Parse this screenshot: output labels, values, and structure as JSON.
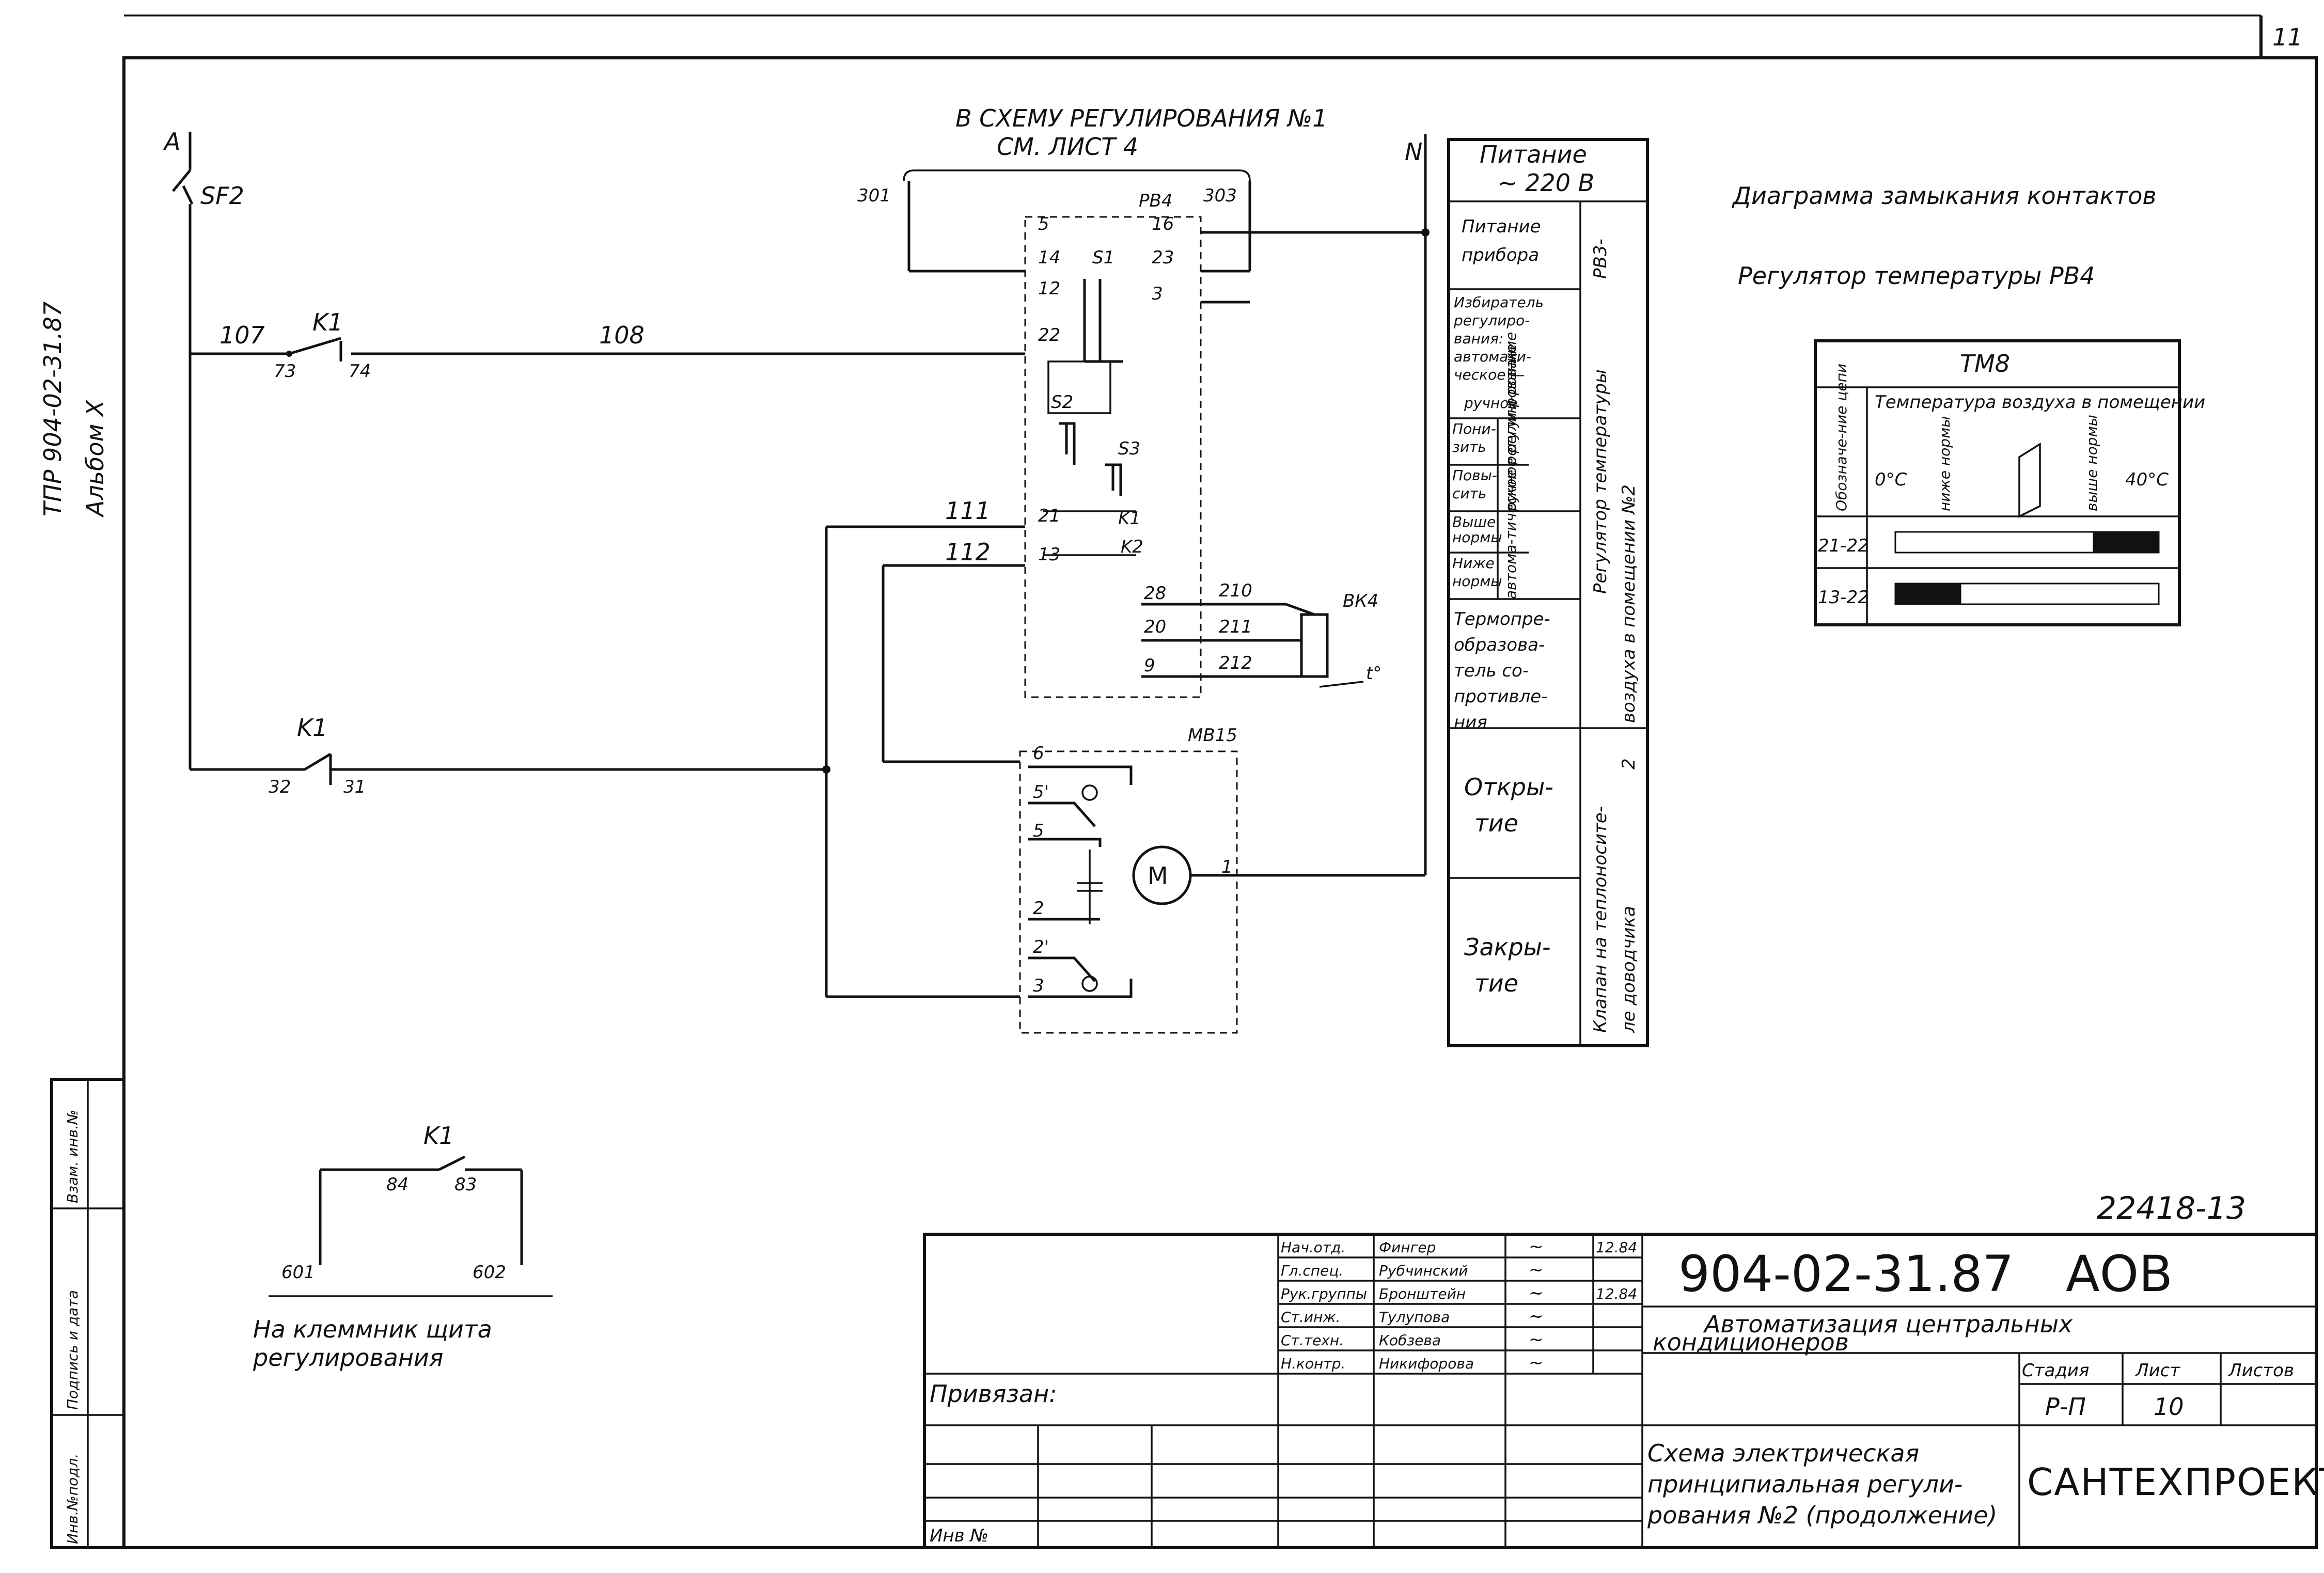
{
  "sheet_number": "11",
  "side": {
    "code": "ТПР 904-02-31.87",
    "album": "Альбом X"
  },
  "stamp_side": {
    "col1": "Инв.№подл.",
    "col2": "Подпись и дата",
    "col3": "Взам. инв.№"
  },
  "schematic": {
    "top_note_1": "В СХЕМУ РЕГУЛИРОВАНИЯ №1",
    "top_note_2": "СМ. ЛИСТ 4",
    "phase": "A",
    "neutral": "N",
    "breaker": "SF2",
    "relay": "K1",
    "wires": {
      "w107": "107",
      "w108": "108",
      "w111": "111",
      "w112": "112",
      "w301": "301",
      "w303": "303",
      "w210": "210",
      "w211": "211",
      "w212": "212"
    },
    "contacts": {
      "c73": "73",
      "c74": "74",
      "c32": "32",
      "c31": "31",
      "c84": "84",
      "c83": "83"
    },
    "device_pb4": "РВ4",
    "pins": [
      "5",
      "16",
      "14",
      "23",
      "12",
      "3",
      "22",
      "21",
      "13",
      "28",
      "20",
      "9"
    ],
    "switches": {
      "s1": "S1",
      "s2": "S2",
      "s3": "S3",
      "k1": "K1",
      "k2": "K2"
    },
    "sensor": "ВК4",
    "sensor_t": "t°",
    "actuator": "МВ15",
    "motor": "M",
    "actuator_pins": [
      "6",
      "5'",
      "5",
      "1",
      "2",
      "2'",
      "3"
    ],
    "terminal_note_1": "На клеммник щита",
    "terminal_note_2": "регулирования",
    "term601": "601",
    "term602": "602"
  },
  "legend_table": {
    "power_1": "Питание",
    "power_2": "~ 220 В",
    "rows": [
      [
        "Питание",
        "прибора"
      ],
      [
        "Избиратель",
        "регулиро-",
        "вания:",
        "автомати-",
        "ческое —",
        "ручное"
      ],
      [
        "Пони-",
        "зить"
      ],
      [
        "Повы-",
        "сить"
      ],
      [
        "Выше",
        "нормы"
      ],
      [
        "Ниже",
        "нормы"
      ],
      [
        "Термопре-",
        "образова-",
        "тель со-",
        "противле-",
        "ния"
      ],
      [
        "Откры-",
        "тие"
      ],
      [
        "Закры-",
        "тие"
      ]
    ],
    "sub_a": "ручное регули-рование",
    "sub_b": "автома-тическое регули-рование",
    "vert_1": "РВ3-",
    "vert_2": "Регулятор температуры",
    "vert_3": "воздуха в помещении №2",
    "vert_4": "Клапан на теплоносите-",
    "vert_5": "ле доводчика",
    "vert_6": "2"
  },
  "diagram": {
    "title": "Диаграмма замыкания контактов",
    "subtitle": "Регулятор температуры РВ4",
    "table_head": "ТМ8",
    "col_circuit": "Обозначе-ние цепи",
    "col_temp": "Температура воздуха в помещении",
    "t_min": "0°С",
    "below": "ниже нормы",
    "above": "выше нормы",
    "t_max": "40°С",
    "row1": "21-22",
    "row2": "13-22",
    "contact_closure": [
      {
        "circuit": "21-22",
        "closed_from": 0.75,
        "closed_to": 1.0
      },
      {
        "circuit": "13-22",
        "closed_from": 0.0,
        "closed_to": 0.25
      }
    ]
  },
  "title_block": {
    "reg_number": "22418-13",
    "doc_code": "904-02-31.87",
    "mark": "АОВ",
    "project_1": "Автоматизация центральных",
    "project_2": "кондиционеров",
    "stage_label": "Стадия",
    "sheet_label": "Лист",
    "sheets_label": "Листов",
    "stage": "Р-П",
    "sheet": "10",
    "sheets": "",
    "drawing_1": "Схема электрическая",
    "drawing_2": "принципиальная регули-",
    "drawing_3": "рования №2 (продолжение)",
    "org": "САНТЕХПРОЕКТ",
    "attached": "Привязан:",
    "inv_no": "Инв №",
    "people": [
      {
        "role": "Нач.отд.",
        "name": "Фингер",
        "sign": "~",
        "date": "12.84"
      },
      {
        "role": "Гл.спец.",
        "name": "Рубчинский",
        "sign": "~",
        "date": ""
      },
      {
        "role": "Рук.группы",
        "name": "Бронштейн",
        "sign": "~",
        "date": "12.84"
      },
      {
        "role": "Ст.инж.",
        "name": "Тулупова",
        "sign": "~",
        "date": ""
      },
      {
        "role": "Ст.техн.",
        "name": "Кобзева",
        "sign": "~",
        "date": ""
      },
      {
        "role": "Н.контр.",
        "name": "Никифорова",
        "sign": "~",
        "date": ""
      }
    ]
  }
}
